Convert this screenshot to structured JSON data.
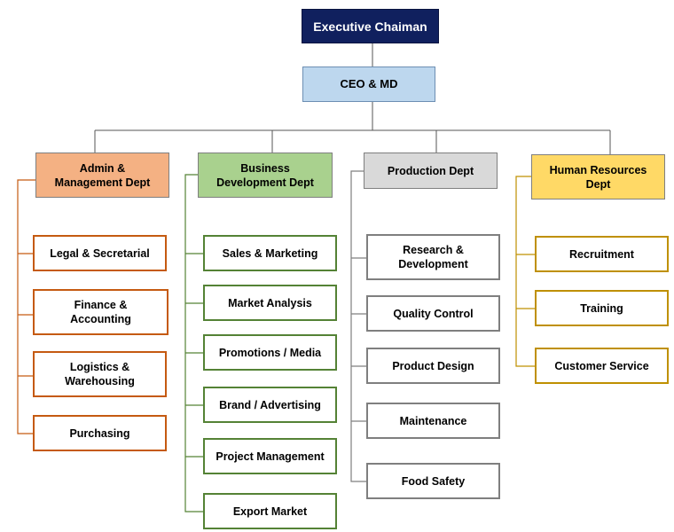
{
  "top": {
    "label": "Executive Chaiman"
  },
  "ceo": {
    "label": "CEO & MD"
  },
  "departments": [
    {
      "label": "Admin &\nManagement Dept",
      "units": [
        "Legal & Secretarial",
        "Finance &\nAccounting",
        "Logistics &\nWarehousing",
        "Purchasing"
      ]
    },
    {
      "label": "Business\nDevelopment Dept",
      "units": [
        "Sales & Marketing",
        "Market Analysis",
        "Promotions / Media",
        "Brand / Advertising",
        "Project Management",
        "Export Market"
      ]
    },
    {
      "label": "Production Dept",
      "units": [
        "Research &\nDevelopment",
        "Quality Control",
        "Product Design",
        "Maintenance",
        "Food Safety"
      ]
    },
    {
      "label": "Human Resources\nDept",
      "units": [
        "Recruitment",
        "Training",
        "Customer Service"
      ]
    }
  ],
  "colors": {
    "top_fill": "#10205e",
    "ceo_fill": "#bdd7ee",
    "admin_fill": "#f4b183",
    "admin_line": "#c55a11",
    "biz_fill": "#a9d18e",
    "biz_line": "#548235",
    "prod_fill": "#d9d9d9",
    "prod_line": "#7f7f7f",
    "hr_fill": "#ffd966",
    "hr_line": "#bf9000"
  }
}
